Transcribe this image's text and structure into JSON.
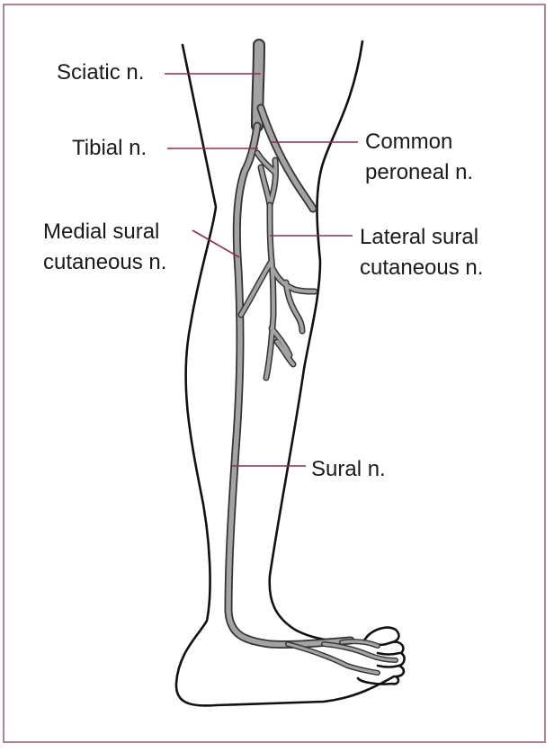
{
  "figure": {
    "subject": "posterior leg nerve anatomy",
    "colors": {
      "frame_border": "#b4848e",
      "leader_lines": "#8d2f46",
      "nerve_fill": "#a3a3a3",
      "outline": "#111111"
    }
  },
  "labels": {
    "sciatic": "Sciatic n.",
    "tibial": "Tibial n.",
    "common_peroneal": "Common\nperoneal n.",
    "medial_sural_cutaneous": "Medial sural\ncutaneous n.",
    "lateral_sural_cutaneous": "Lateral sural\ncutaneous n.",
    "sural": "Sural n."
  }
}
